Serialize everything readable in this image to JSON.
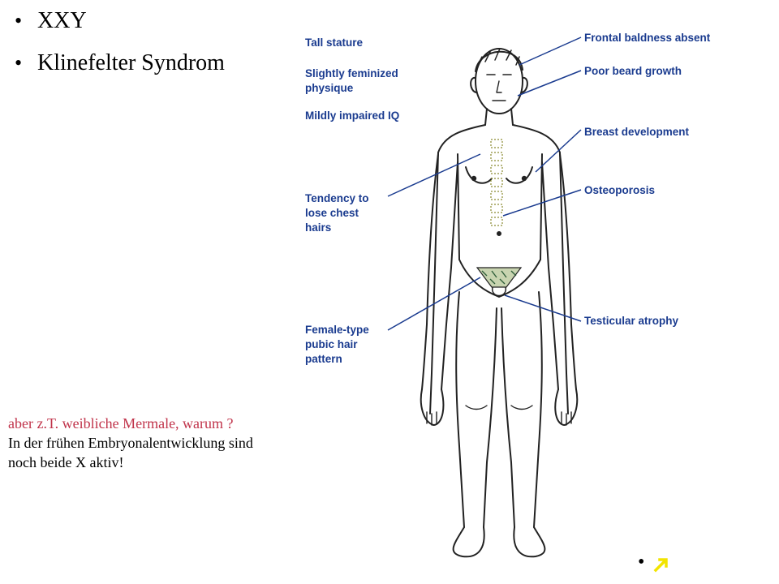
{
  "bullets": [
    "XXY",
    "Klinefelter Syndrom"
  ],
  "note": {
    "line1": "aber z.T. weibliche Mermale, warum ?",
    "line2": " In der frühen Embryonalentwicklung sind noch beide X aktiv!"
  },
  "figure": {
    "left_labels": {
      "tall_stature": "Tall stature",
      "feminized": "Slightly feminized\nphysique",
      "iq": "Mildly impaired IQ",
      "chest": "Tendency to\nlose chest\nhairs",
      "pubic": "Female-type\npubic hair\npattern"
    },
    "right_labels": {
      "baldness": "Frontal baldness absent",
      "beard": "Poor beard growth",
      "breast": "Breast development",
      "osteo": "Osteoporosis",
      "testicular": "Testicular atrophy"
    }
  },
  "footer": {
    "bullet": "•"
  },
  "colors": {
    "label_blue": "#1a3b8f",
    "note_red": "#c0334a",
    "arrow_yellow": "#f2e400"
  }
}
